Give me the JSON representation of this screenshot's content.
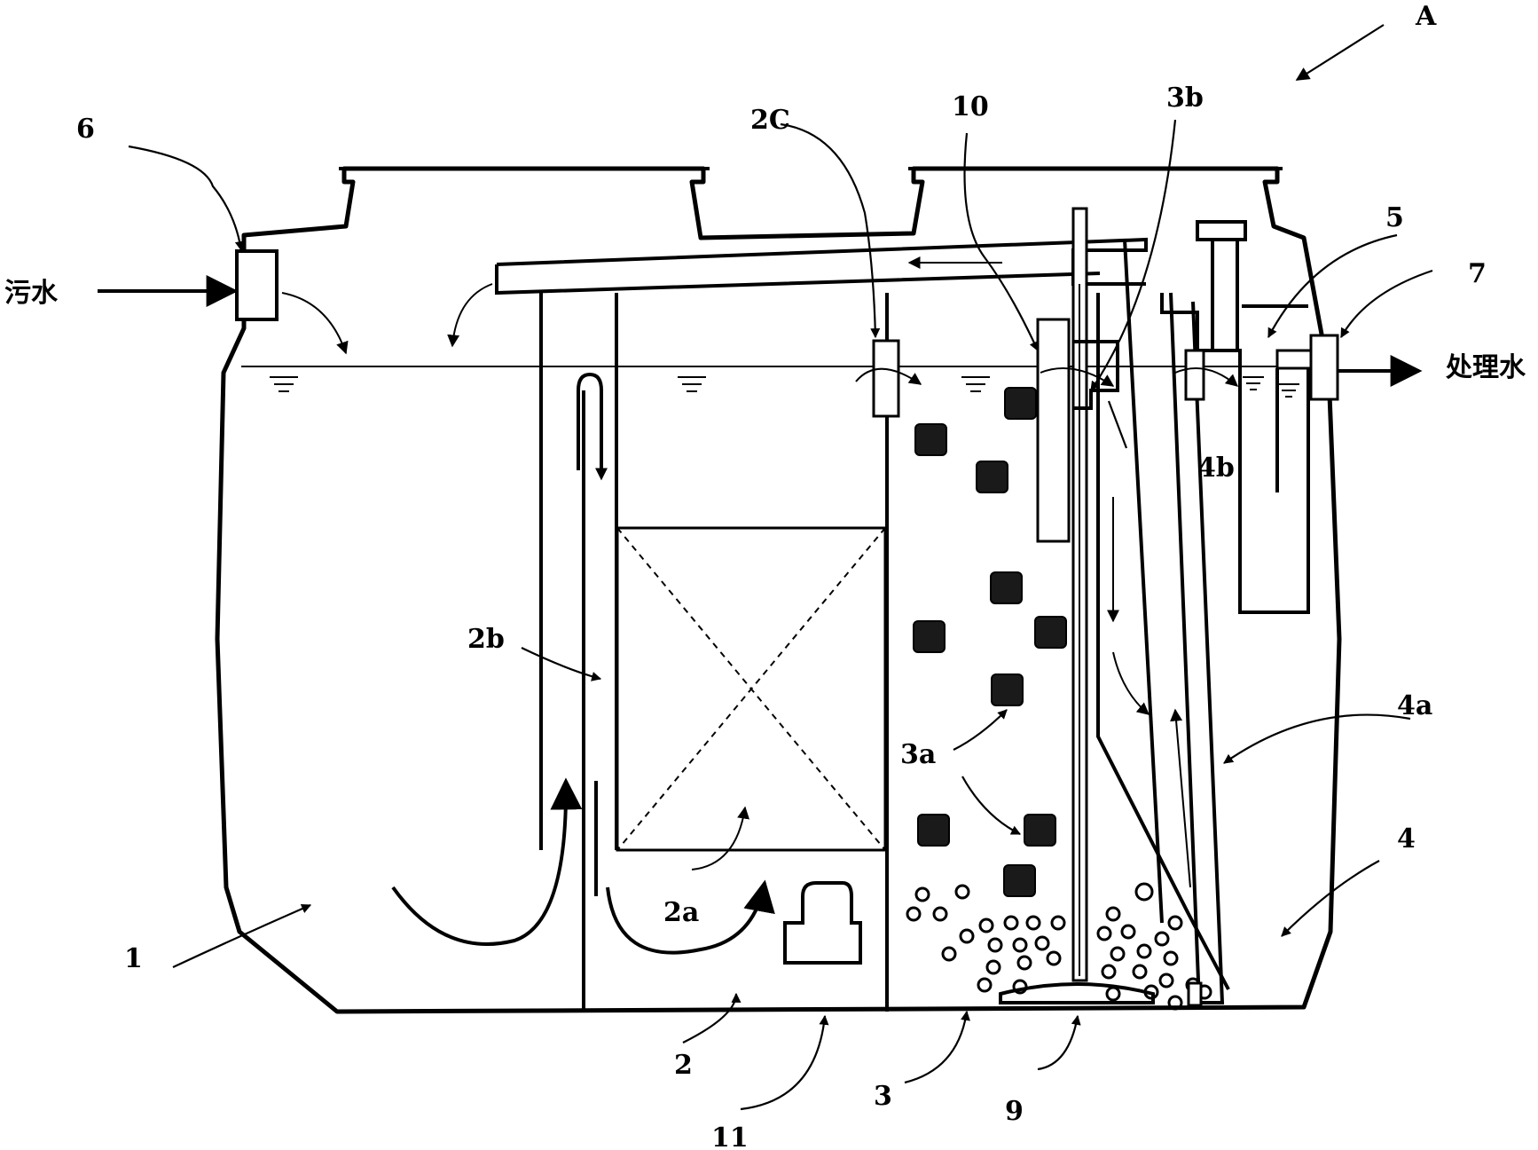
{
  "labels": {
    "A": "A",
    "n6": "6",
    "n2c": "2C",
    "n10": "10",
    "n3b": "3b",
    "n5": "5",
    "n7": "7",
    "inlet": "污水",
    "outlet": "处理水",
    "n4b": "4b",
    "n2b": "2b",
    "n4a": "4a",
    "n3a": "3a",
    "n4": "4",
    "n2a": "2a",
    "n1": "1",
    "n2": "2",
    "n3": "3",
    "n9": "9",
    "n11": "11"
  },
  "colors": {
    "stroke": "#000000",
    "media": "#1a1a1a",
    "background": "#ffffff"
  }
}
